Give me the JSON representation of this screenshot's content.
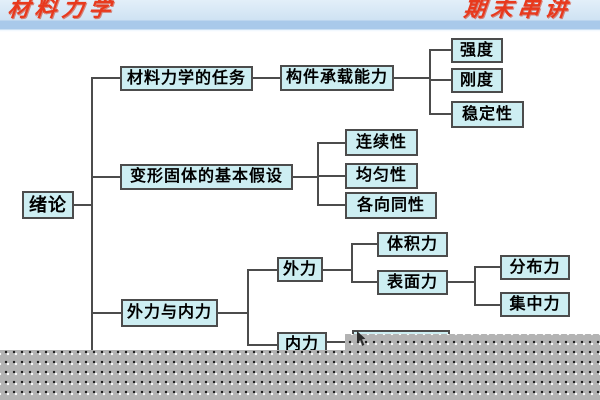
{
  "header": {
    "course_title": "材料力学",
    "session_title": "期末串讲"
  },
  "tree": {
    "nodes": {
      "intro": {
        "label": "绪论"
      },
      "task": {
        "label": "材料力学的任务"
      },
      "capacity": {
        "label": "构件承载能力"
      },
      "strength": {
        "label": "强度"
      },
      "rigidity": {
        "label": "刚度"
      },
      "stability": {
        "label": "稳定性"
      },
      "assumptions": {
        "label": "变形固体的基本假设"
      },
      "continuity": {
        "label": "连续性"
      },
      "homogeneity": {
        "label": "均匀性"
      },
      "isotropy": {
        "label": "各向同性"
      },
      "forces": {
        "label": "外力与内力"
      },
      "external_force": {
        "label": "外力"
      },
      "body_force": {
        "label": "体积力"
      },
      "surface_force": {
        "label": "表面力"
      },
      "distributed_force": {
        "label": "分布力"
      },
      "concentrated_force": {
        "label": "集中力"
      },
      "internal_force": {
        "label": "内力"
      }
    },
    "structure": {
      "root": "绪论",
      "branches": [
        {
          "topic": "材料力学的任务",
          "children": [
            {
              "topic": "构件承载能力",
              "children": [
                {
                  "topic": "强度"
                },
                {
                  "topic": "刚度"
                },
                {
                  "topic": "稳定性"
                }
              ]
            }
          ]
        },
        {
          "topic": "变形固体的基本假设",
          "children": [
            {
              "topic": "连续性"
            },
            {
              "topic": "均匀性"
            },
            {
              "topic": "各向同性"
            }
          ]
        },
        {
          "topic": "外力与内力",
          "children": [
            {
              "topic": "外力",
              "children": [
                {
                  "topic": "体积力"
                },
                {
                  "topic": "表面力",
                  "children": [
                    {
                      "topic": "分布力"
                    },
                    {
                      "topic": "集中力"
                    }
                  ]
                }
              ]
            },
            {
              "topic": "内力",
              "children": []
            }
          ]
        }
      ]
    }
  },
  "colors": {
    "title_red": "#e8391d",
    "header_band_blue": "#a9c9ea",
    "node_fill": "#cdeef2",
    "node_border": "#4c4c4c",
    "mask_gray": "#b3b3b3"
  }
}
